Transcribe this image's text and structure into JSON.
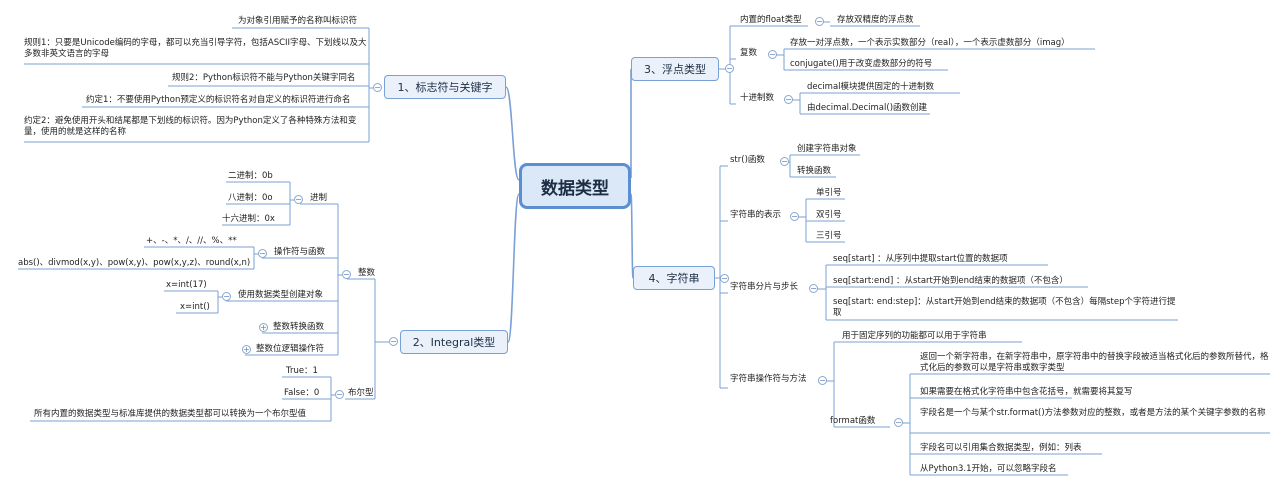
{
  "root": "数据类型",
  "toggle": {
    "minus": "−",
    "plus": "+"
  },
  "branch1": {
    "label": "1、标志符与关键字",
    "items": [
      "为对象引用赋予的名称叫标识符",
      "规则1：只要是Unicode编码的字母，都可以充当引导字符，包括ASCII字母、下划线以及大多数非英文语言的字母",
      "规则2：Python标识符不能与Python关键字同名",
      "约定1：不要使用Python预定义的标识符名对自定义的标识符进行命名",
      "约定2：避免使用开头和结尾都是下划线的标识符。因为Python定义了各种特殊方法和变量，使用的就是这样的名称"
    ]
  },
  "branch2": {
    "label": "2、Integral类型",
    "int": {
      "label": "整数",
      "base": {
        "label": "进制",
        "items": [
          "二进制：0b",
          "八进制：0o",
          "十六进制：0x"
        ]
      },
      "ops": {
        "label": "操作符与函数",
        "items": [
          "+、-、*、/、//、%、**",
          "abs()、divmod(x,y)、pow(x,y)、pow(x,y,z)、round(x,n)"
        ]
      },
      "create": {
        "label": "使用数据类型创建对象",
        "items": [
          "x=int(17)",
          "x=int()"
        ]
      },
      "conv": "整数转换函数",
      "logic": "整数位逻辑操作符"
    },
    "bool": {
      "label": "布尔型",
      "items": [
        "True：1",
        "False：0",
        "所有内置的数据类型与标准库提供的数据类型都可以转换为一个布尔型值"
      ]
    }
  },
  "branch3": {
    "label": "3、浮点类型",
    "float": {
      "label": "内置的float类型",
      "items": [
        "存放双精度的浮点数"
      ]
    },
    "complex": {
      "label": "复数",
      "items": [
        "存放一对浮点数，一个表示实数部分（real），一个表示虚数部分（imag）",
        "conjugate()用于改变虚数部分的符号"
      ]
    },
    "decimal": {
      "label": "十进制数",
      "items": [
        "decimal模块提供固定的十进制数",
        "由decimal.Decimal()函数创建"
      ]
    }
  },
  "branch4": {
    "label": "4、字符串",
    "str_func": {
      "label": "str()函数",
      "items": [
        "创建字符串对象",
        "转换函数"
      ]
    },
    "repr": {
      "label": "字符串的表示",
      "items": [
        "单引号",
        "双引号",
        "三引号"
      ]
    },
    "slice": {
      "label": "字符串分片与步长",
      "items": [
        "seq[start] ：从序列中提取start位置的数据项",
        "seq[start:end] ：从start开始到end结束的数据项（不包含）",
        "seq[start: end:step]：从start开始到end结束的数据项（不包含）每隔step个字符进行提取"
      ]
    },
    "ops": {
      "label": "字符串操作符与方法",
      "immutable": "用于固定序列的功能都可以用于字符串",
      "format": {
        "label": "format函数",
        "items": [
          "返回一个新字符串，在新字符串中，原字符串中的替换字段被适当格式化后的参数所替代，格式化后的参数可以是字符串或数字类型",
          "如果需要在格式化字符串中包含花括号，就需要将其复写",
          "字段名是一个与某个str.format()方法参数对应的整数，或者是方法的某个关键字参数的名称",
          "字段名可以引用集合数据类型，例如：列表",
          "从Python3.1开始，可以忽略字段名"
        ]
      }
    }
  },
  "colors": {
    "line": "#7aa1d6",
    "root_border": "#5b8fd1",
    "root_fill": "#dbe8f7",
    "branch_fill": "#eaf1fb"
  }
}
